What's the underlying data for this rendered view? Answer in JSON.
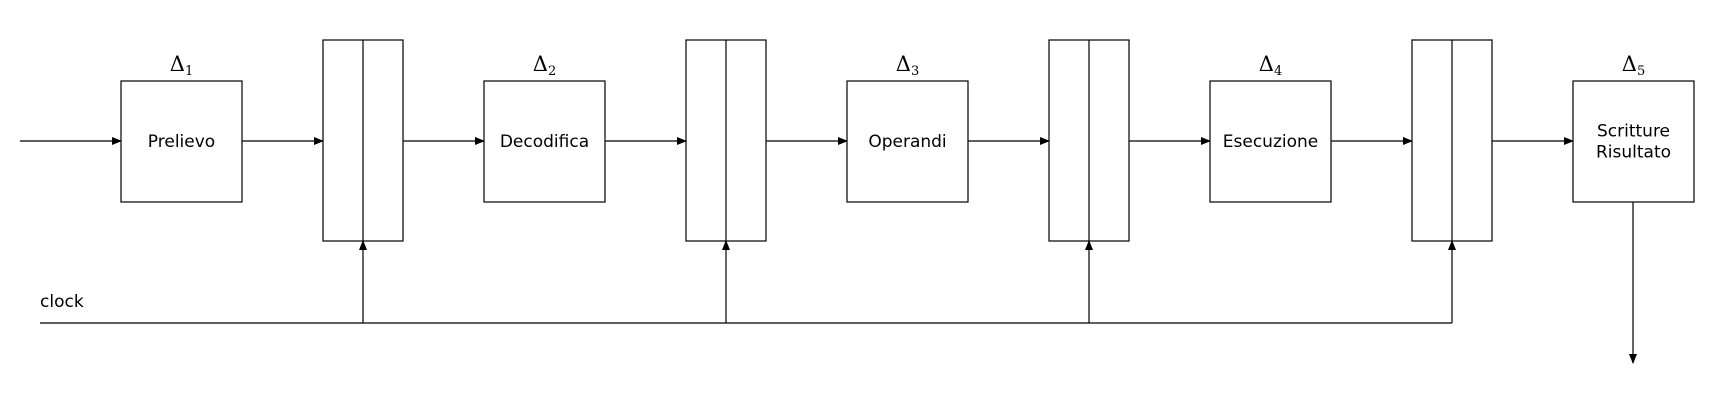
{
  "stages": [
    {
      "label": [
        "Prelievo"
      ],
      "delta": "Δ",
      "delta_index": "1"
    },
    {
      "label": [
        "Decodifica"
      ],
      "delta": "Δ",
      "delta_index": "2"
    },
    {
      "label": [
        "Operandi"
      ],
      "delta": "Δ",
      "delta_index": "3"
    },
    {
      "label": [
        "Esecuzione"
      ],
      "delta": "Δ",
      "delta_index": "4"
    },
    {
      "label": [
        "Scritture",
        "Risultato"
      ],
      "delta": "Δ",
      "delta_index": "5"
    }
  ],
  "clock_label": "clock",
  "colors": {
    "stroke": "#000000",
    "background": "#ffffff"
  }
}
